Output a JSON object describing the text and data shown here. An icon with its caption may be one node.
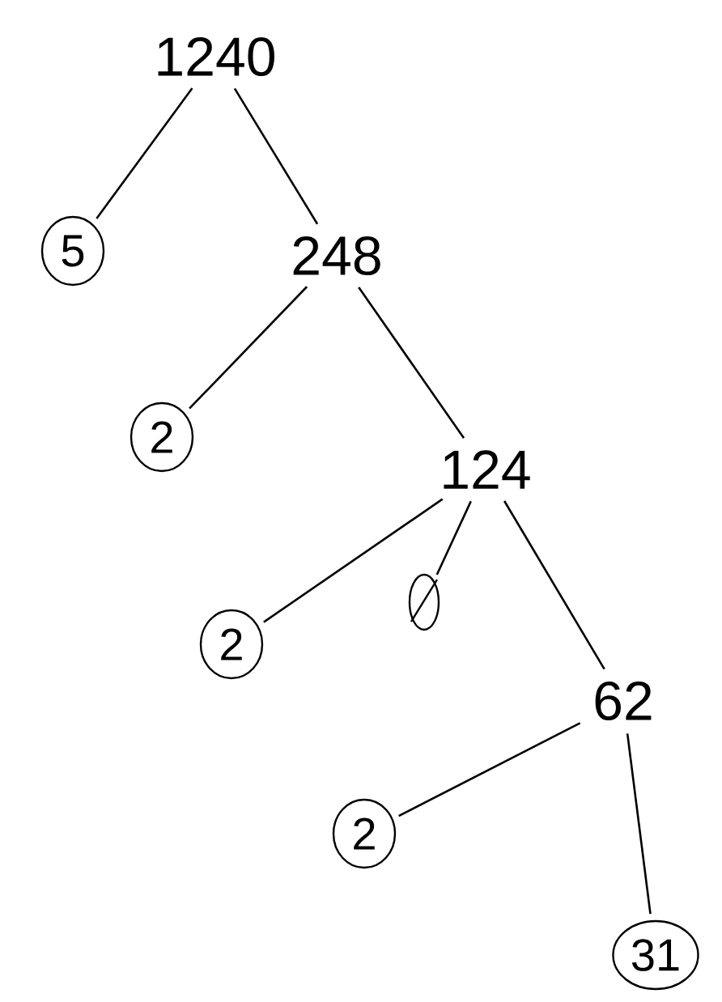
{
  "diagram": {
    "nodes": [
      {
        "text": [
          "1240"
        ]
      },
      {
        "text": [
          "5"
        ]
      },
      {
        "text": [
          "248"
        ]
      },
      {
        "text": [
          "2"
        ]
      },
      {
        "text": [
          "124"
        ]
      },
      {
        "text": [
          "2"
        ]
      },
      {
        "text": [],
        "shape": "circle"
      },
      {
        "text": [
          "62"
        ]
      },
      {
        "text": [
          "2"
        ]
      },
      {
        "text": [
          "31"
        ]
      }
    ],
    "edges": [
      {
        "from": 0,
        "to": 1,
        "arrow": "none"
      },
      {
        "from": 0,
        "to": 2,
        "arrow": "none"
      },
      {
        "from": 2,
        "to": 3,
        "arrow": "none"
      },
      {
        "from": 2,
        "to": 4,
        "arrow": "none"
      },
      {
        "from": 4,
        "to": 5,
        "arrow": "none"
      },
      {
        "from": 4,
        "to": 6,
        "arrow": "none"
      },
      {
        "from": 4,
        "to": 7,
        "arrow": "none"
      },
      {
        "from": 7,
        "to": 8,
        "arrow": "none"
      },
      {
        "from": 7,
        "to": 9,
        "arrow": "none"
      }
    ]
  }
}
